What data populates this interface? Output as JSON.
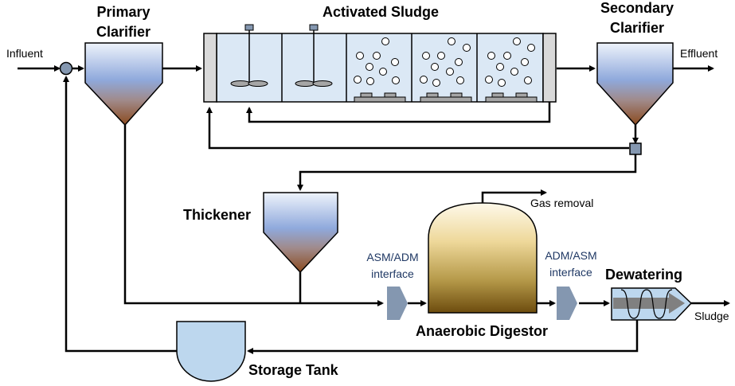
{
  "labels": {
    "influent": "Influent",
    "primary_clarifier_line1": "Primary",
    "primary_clarifier_line2": "Clarifier",
    "activated_sludge": "Activated Sludge",
    "secondary_clarifier_line1": "Secondary",
    "secondary_clarifier_line2": "Clarifier",
    "effluent": "Effluent",
    "thickener": "Thickener",
    "gas_removal": "Gas removal",
    "asm_adm_line1": "ASM/ADM",
    "asm_adm_line2": "interface",
    "adm_asm_line1": "ADM/ASM",
    "adm_asm_line2": "interface",
    "dewatering": "Dewatering",
    "sludge": "Sludge",
    "anaerobic_digestor": "Anaerobic Digestor",
    "storage_tank": "Storage Tank"
  },
  "colors": {
    "clarifier_top": "#8fa9dc",
    "clarifier_bottom": "#8b4a1e",
    "basin_fill": "#dbe8f5",
    "digestor_top": "#fdf3d6",
    "digestor_bottom": "#7d5a12",
    "interface_block": "#8497b0",
    "storage_fill": "#bdd7ee",
    "dewatering_fill": "#bdd7ee",
    "endcap_fill": "#d9d9d9",
    "diffuser_fill": "#a6a6a6"
  }
}
